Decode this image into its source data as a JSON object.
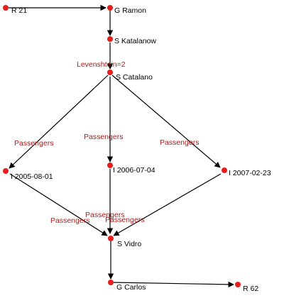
{
  "colors": {
    "node": "#e61e1e",
    "edge": "#000000",
    "edge_label": "#b01818",
    "node_label": "#000000"
  },
  "nodes": {
    "r21": {
      "label": "R 21"
    },
    "g_ramon": {
      "label": "G Ramon"
    },
    "s_katalanow": {
      "label": "S Katalanow"
    },
    "s_catalano": {
      "label": "S Catalano"
    },
    "i_2005": {
      "label": "I 2005-08-01"
    },
    "i_2006": {
      "label": "I 2006-07-04"
    },
    "i_2007": {
      "label": "I 2007-02-23"
    },
    "s_vidro": {
      "label": "S Vidro"
    },
    "g_carlos": {
      "label": "G Carlos"
    },
    "r62": {
      "label": "R 62"
    }
  },
  "edge_labels": {
    "levenshtein": "Levenshtein=2",
    "catalano_i2005": "Passengers",
    "catalano_i2006": "Passengers",
    "catalano_i2007": "Passengers",
    "i2005_vidro": "Passengers",
    "i2006_vidro": "Passengers",
    "i2007_vidro": "Passengers"
  }
}
